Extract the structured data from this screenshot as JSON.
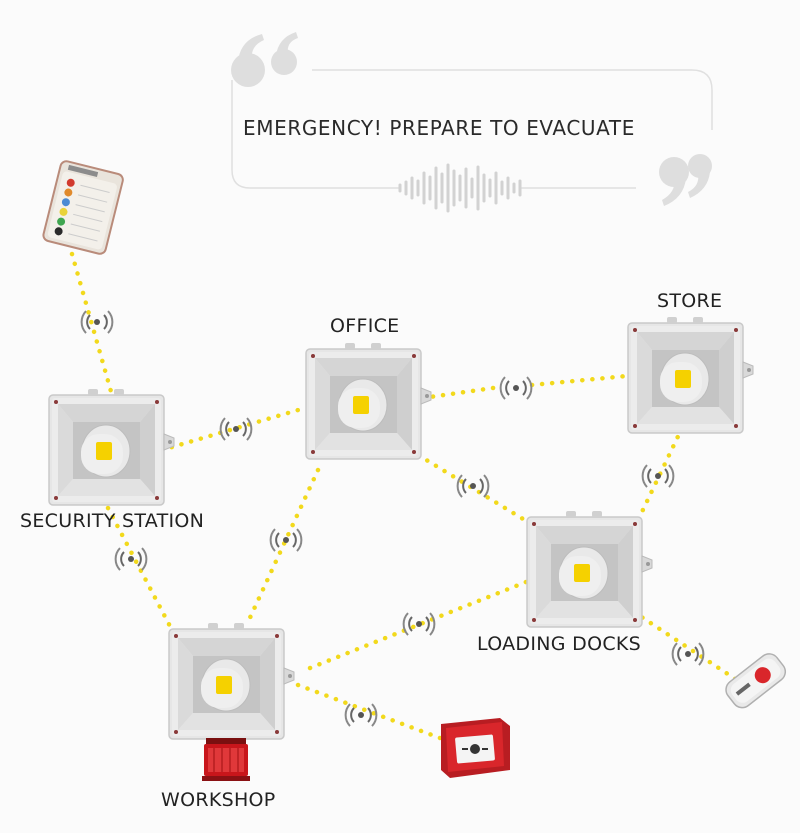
{
  "announcement": {
    "text": "EMERGENCY! PREPARE TO EVACUATE"
  },
  "nodes": [
    {
      "id": "office",
      "label": "OFFICE"
    },
    {
      "id": "store",
      "label": "STORE"
    },
    {
      "id": "security",
      "label": "SECURITY STATION"
    },
    {
      "id": "loading",
      "label": "LOADING DOCKS"
    },
    {
      "id": "workshop",
      "label": "WORKSHOP"
    }
  ],
  "colors": {
    "link_dots": "#f2d91c",
    "siren_body": "#e3e3e3",
    "beacon": "#c8161b",
    "call_point": "#d9262b",
    "badge": "#f5d100"
  },
  "icons": [
    "quote-open-icon",
    "quote-close-icon",
    "sound-wave-icon",
    "wireless-signal-icon",
    "remote-control-icon",
    "panic-button-icon",
    "manual-call-point-icon",
    "red-beacon-icon"
  ]
}
